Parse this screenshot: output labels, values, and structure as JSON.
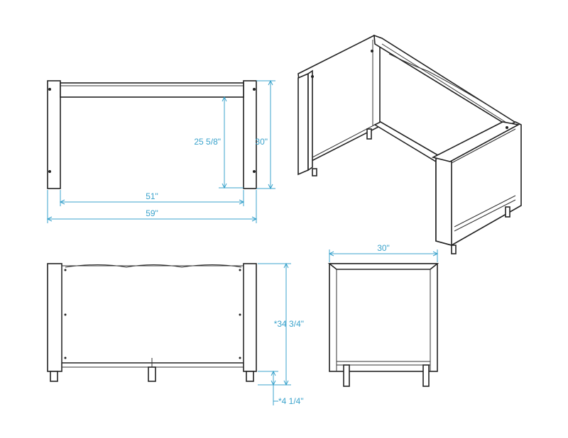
{
  "colors": {
    "dimension_line": "#3ba3cc",
    "drawing_line": "#222222",
    "background": "#ffffff"
  },
  "dimensions": {
    "front_inner_height": "25 5/8\"",
    "front_height": "30\"",
    "front_inner_width": "51\"",
    "front_width": "59\"",
    "rear_height": "*34 3/4\"",
    "leg_height": "*4 1/4\"",
    "side_depth": "30\""
  }
}
